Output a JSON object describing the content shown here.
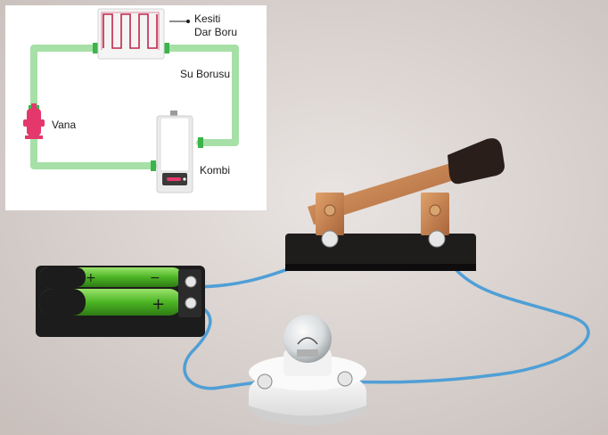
{
  "diagram": {
    "labels": {
      "resistor_pipe": [
        "Kesiti",
        "Dar Boru"
      ],
      "water_pipe": "Su Borusu",
      "valve": "Vana",
      "boiler": "Kombi"
    },
    "colors": {
      "pipe": "#a6e0a6",
      "pipe_joint": "#3bb44a",
      "valve": "#e4386c",
      "radiator_coil": "#c0264b",
      "wire": "#4f9fd6",
      "battery_green": "#56c12a",
      "switch_copper": "#c9864c",
      "switch_handle": "#2a1e1a"
    }
  }
}
